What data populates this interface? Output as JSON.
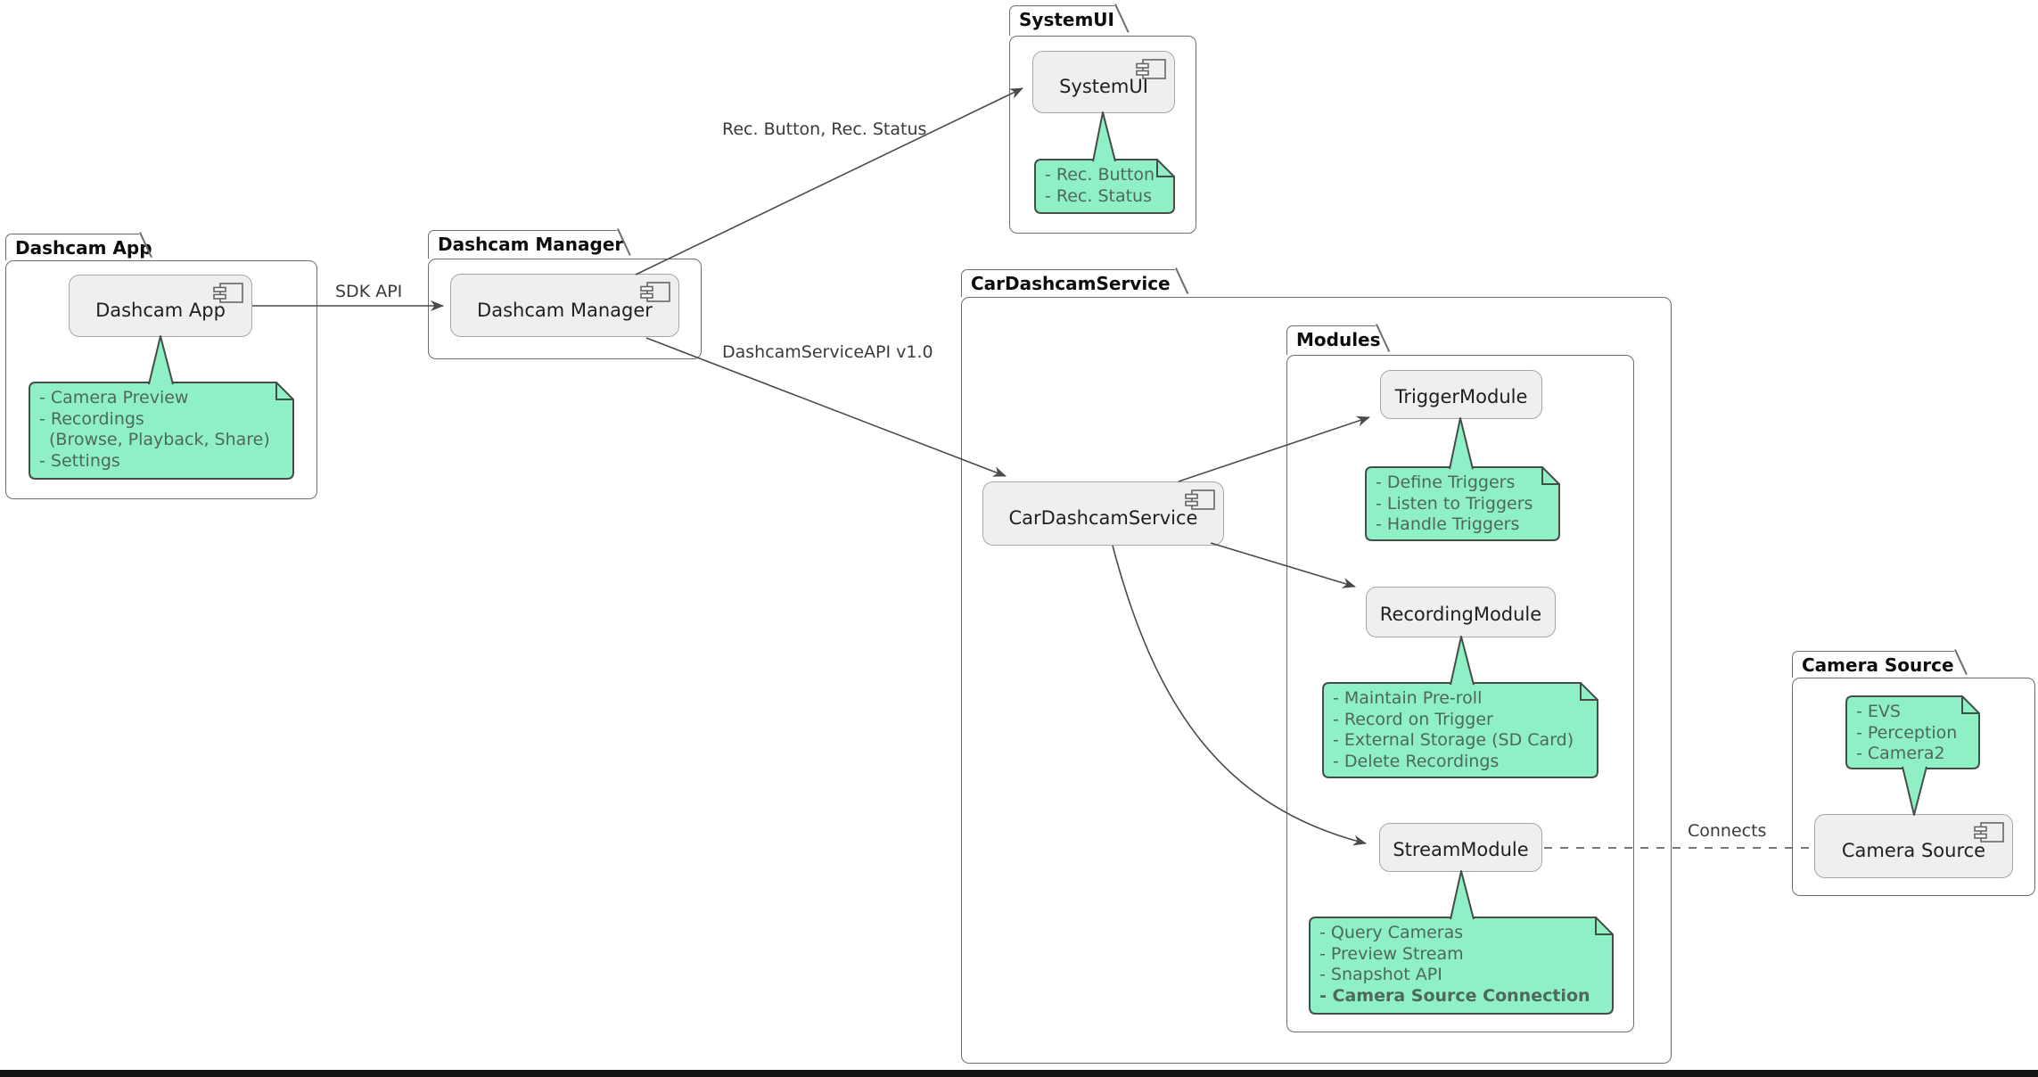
{
  "diagram": {
    "packages": {
      "dashcam_app": {
        "title": "Dashcam App",
        "component": "Dashcam App",
        "note_lines": [
          "- Camera Preview",
          "- Recordings",
          {
            "text": "(Browse, Playback, Share)",
            "indent": true
          },
          "- Settings"
        ]
      },
      "dashcam_manager": {
        "title": "Dashcam Manager",
        "component": "Dashcam Manager"
      },
      "systemui": {
        "title": "SystemUI",
        "component": "SystemUI",
        "note_lines": [
          "- Rec. Button",
          "- Rec. Status"
        ]
      },
      "car_dashcam_service": {
        "title": "CarDashcamService",
        "component": "CarDashcamService"
      },
      "modules": {
        "title": "Modules"
      },
      "trigger_module": {
        "component": "TriggerModule",
        "note_lines": [
          "- Define Triggers",
          "- Listen to Triggers",
          "- Handle Triggers"
        ]
      },
      "recording_module": {
        "component": "RecordingModule",
        "note_lines": [
          "- Maintain Pre-roll",
          "- Record on Trigger",
          "- External Storage (SD Card)",
          "- Delete Recordings"
        ]
      },
      "stream_module": {
        "component": "StreamModule",
        "note_lines": [
          "- Query Cameras",
          "- Preview Stream",
          "- Snapshot API",
          {
            "text": "- Camera Source Connection",
            "bold": true
          }
        ]
      },
      "camera_source": {
        "title": "Camera Source",
        "component": "Camera Source",
        "note_lines": [
          "- EVS",
          "- Perception",
          "- Camera2"
        ]
      }
    },
    "edges": {
      "sdk_api": {
        "label": "SDK API"
      },
      "rec_status": {
        "label": "Rec. Button, Rec. Status"
      },
      "service_api": {
        "label": "DashcamServiceAPI v1.0"
      },
      "connects": {
        "label": "Connects"
      }
    },
    "colors": {
      "note_fill": "#8ef0c4",
      "note_border": "#444d48",
      "note_text": "#4f685c",
      "line": "#4a4a4a",
      "component_fill": "#efefef",
      "component_border": "#a6a6a6",
      "package_border": "#6e6e6e"
    }
  }
}
